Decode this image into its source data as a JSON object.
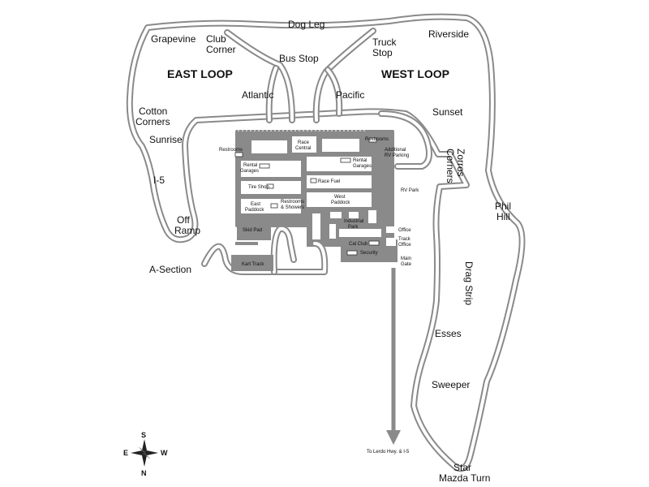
{
  "map": {
    "regions": {
      "east_loop": "EAST LOOP",
      "west_loop": "WEST LOOP"
    },
    "turns": {
      "dog_leg": "Dog Leg",
      "grapevine": "Grapevine",
      "club_corner_1": "Club",
      "club_corner_2": "Corner",
      "bus_stop": "Bus Stop",
      "truck_stop_1": "Truck",
      "truck_stop_2": "Stop",
      "riverside": "Riverside",
      "atlantic": "Atlantic",
      "pacific": "Pacific",
      "sunset": "Sunset",
      "cotton_corners_1": "Cotton",
      "cotton_corners_2": "Corners",
      "sunrise": "Sunrise",
      "i5": "I-5",
      "off_ramp_1": "Off",
      "off_ramp_2": "Ramp",
      "a_section": "A-Section",
      "zorros_corners_1": "Zorros",
      "zorros_corners_2": "Corners",
      "phil_hill_1": "Phil",
      "phil_hill_2": "Hill",
      "drag_strip": "Drag Strip",
      "esses": "Esses",
      "sweeper": "Sweeper",
      "star_mazda_1": "Star",
      "star_mazda_2": "Mazda Turn"
    },
    "facilities": {
      "restrooms_left": "Restrooms",
      "race_central_1": "Race",
      "race_central_2": "Central",
      "restrooms_right": "Restrooms",
      "additional_rv_1": "Additional",
      "additional_rv_2": "RV Parking",
      "rental_garages_left_1": "Rental",
      "rental_garages_left_2": "Garages",
      "rental_garages_right_1": "Rental",
      "rental_garages_right_2": "Garages",
      "tire_shop": "Tire Shop",
      "race_fuel": "Race Fuel",
      "rv_park": "RV Park",
      "east_paddock_1": "East",
      "east_paddock_2": "Paddock",
      "restrooms_showers_1": "Restrooms",
      "restrooms_showers_2": "& Showers",
      "west_paddock_1": "West",
      "west_paddock_2": "Paddock",
      "skid_pad": "Skid Pad",
      "industrial_park_1": "Industrial",
      "industrial_park_2": "Park",
      "office": "Office",
      "track_office_1": "Track",
      "track_office_2": "Office",
      "cal_club": "Cal Club",
      "security": "Security",
      "main_gate_1": "Main",
      "main_gate_2": "Gate",
      "kart_track": "Kart Track",
      "to_lerdo": "To Lerdo Hwy. & I-5"
    },
    "compass": {
      "s": "S",
      "e": "E",
      "w": "W",
      "n": "N"
    },
    "colors": {
      "track": "#8a8a8a",
      "background": "#ffffff",
      "text": "#111111"
    }
  }
}
